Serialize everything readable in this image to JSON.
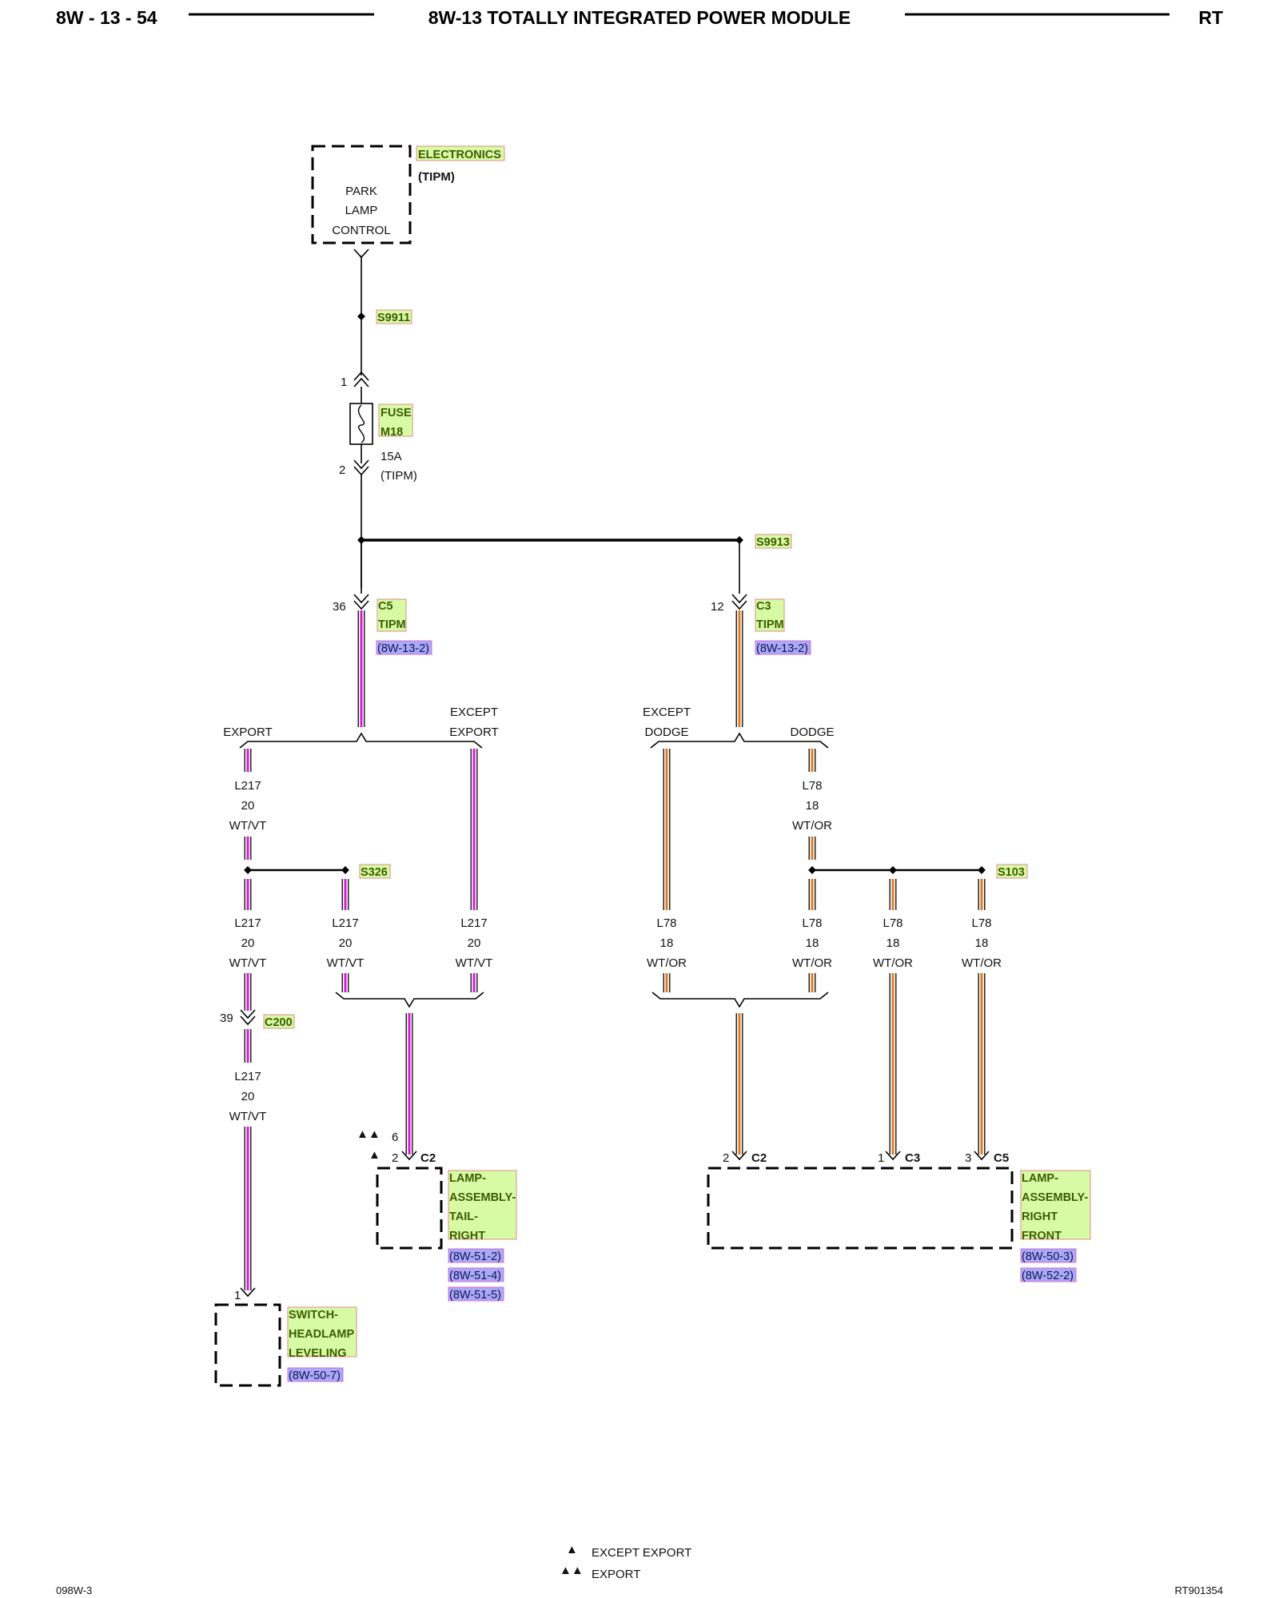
{
  "header": {
    "page_id": "8W - 13 - 54",
    "title": "8W-13 TOTALLY INTEGRATED POWER MODULE",
    "model": "RT"
  },
  "footer": {
    "left_code": "098W-3",
    "right_code": "RT901354",
    "legend": {
      "single_triangle": "EXCEPT EXPORT",
      "double_triangle": "EXPORT"
    }
  },
  "colors": {
    "wire_wt_vt_stripe": "#d81ad8",
    "wire_wt_or_stripe": "#e37b1c",
    "label_green_fill": "#d7fba5",
    "label_green_border": "#e58a8a",
    "label_blue_fill": "#a9a9f5",
    "label_blue_border": "#d670d6"
  },
  "tipm": {
    "box_text": [
      "PARK",
      "LAMP",
      "CONTROL"
    ],
    "label_electronics": "ELECTRONICS",
    "label_tipm": "(TIPM)"
  },
  "splices": {
    "s9911": "S9911",
    "s9913": "S9913",
    "s326": "S326",
    "s103": "S103"
  },
  "fuse": {
    "pin_top": "1",
    "pin_bottom": "2",
    "label": [
      "FUSE",
      "M18"
    ],
    "rating": "15A",
    "location": "(TIPM)"
  },
  "connectors": {
    "c5_tipm": {
      "pin": "36",
      "label": [
        "C5",
        "TIPM"
      ],
      "ref": "(8W-13-2)"
    },
    "c3_tipm": {
      "pin": "12",
      "label": [
        "C3",
        "TIPM"
      ],
      "ref": "(8W-13-2)"
    },
    "c200": {
      "pin": "39",
      "label": "C200"
    }
  },
  "branches": {
    "export": "EXPORT",
    "except_export": [
      "EXCEPT",
      "EXPORT"
    ],
    "except_dodge": [
      "EXCEPT",
      "DODGE"
    ],
    "dodge": "DODGE"
  },
  "wires": {
    "l217": [
      "L217",
      "20",
      "WT/VT"
    ],
    "l78": [
      "L78",
      "18",
      "WT/OR"
    ]
  },
  "lamp_tail_right": {
    "label": [
      "LAMP-",
      "ASSEMBLY-",
      "TAIL-",
      "RIGHT"
    ],
    "refs": [
      "(8W-51-2)",
      "(8W-51-4)",
      "(8W-51-5)"
    ],
    "pin_export": "6",
    "pin_except_export": "2",
    "connector": "C2"
  },
  "lamp_right_front": {
    "label": [
      "LAMP-",
      "ASSEMBLY-",
      "RIGHT",
      "FRONT"
    ],
    "refs": [
      "(8W-50-3)",
      "(8W-52-2)"
    ],
    "pins": [
      {
        "pin": "2",
        "connector": "C2"
      },
      {
        "pin": "1",
        "connector": "C3"
      },
      {
        "pin": "3",
        "connector": "C5"
      }
    ]
  },
  "switch_headlamp": {
    "label": [
      "SWITCH-",
      "HEADLAMP",
      "LEVELING"
    ],
    "ref": "(8W-50-7)",
    "pin": "1"
  }
}
